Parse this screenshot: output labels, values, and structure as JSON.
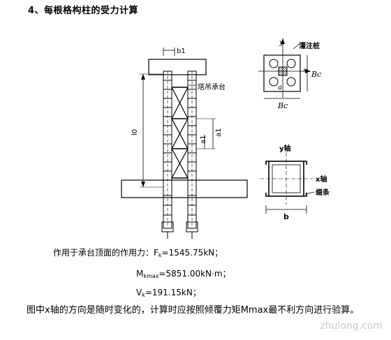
{
  "heading": "4、每根格构柱的受力计算",
  "labels": {
    "b1": "b1",
    "tower_crane_cap": "塔吊承台",
    "l0": "l0",
    "a1_right": "a1",
    "a1_left": "a1",
    "pile": "灌注桩",
    "y": "y",
    "x": "x",
    "a": "a",
    "Bc_right": "Bc",
    "Bc_bottom": "Bc",
    "y_axis": "y轴",
    "x_axis": "x轴",
    "batten": "缀条",
    "b": "b"
  },
  "formulas": {
    "line1_prefix": "作用于承台顶面的作用力：F",
    "line1_sub": "k",
    "line1_value": "=1545.75kN；",
    "line2_prefix": "M",
    "line2_sub": "kmax",
    "line2_value": "=5851.00kN·m；",
    "line3_prefix": "V",
    "line3_sub": "k",
    "line3_value": "=191.15kN；"
  },
  "paragraph": "图中x轴的方向是随时变化的，计算时应按照倾覆力矩Mmax最不利方向进行验算。",
  "watermark": "zhulong.com"
}
